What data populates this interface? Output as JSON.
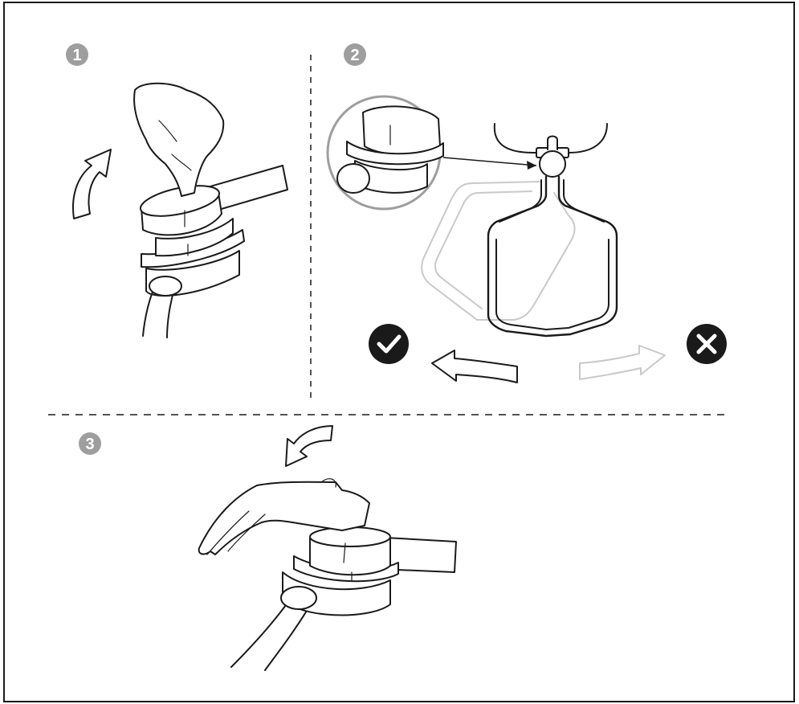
{
  "steps": [
    {
      "number": "1"
    },
    {
      "number": "2"
    },
    {
      "number": "3"
    }
  ],
  "colors": {
    "border": "#1a1a1a",
    "badge": "#9e9e9e",
    "ink": "#1a1a1a",
    "ghost": "#c9c9c9",
    "correct_icon": "#1a1a1a",
    "incorrect_icon": "#1a1a1a"
  },
  "icons": {
    "correct": "check-circle-icon",
    "incorrect": "cross-circle-icon",
    "rotate_up": "curved-arrow-up-icon",
    "rotate_down": "curved-arrow-down-icon"
  }
}
